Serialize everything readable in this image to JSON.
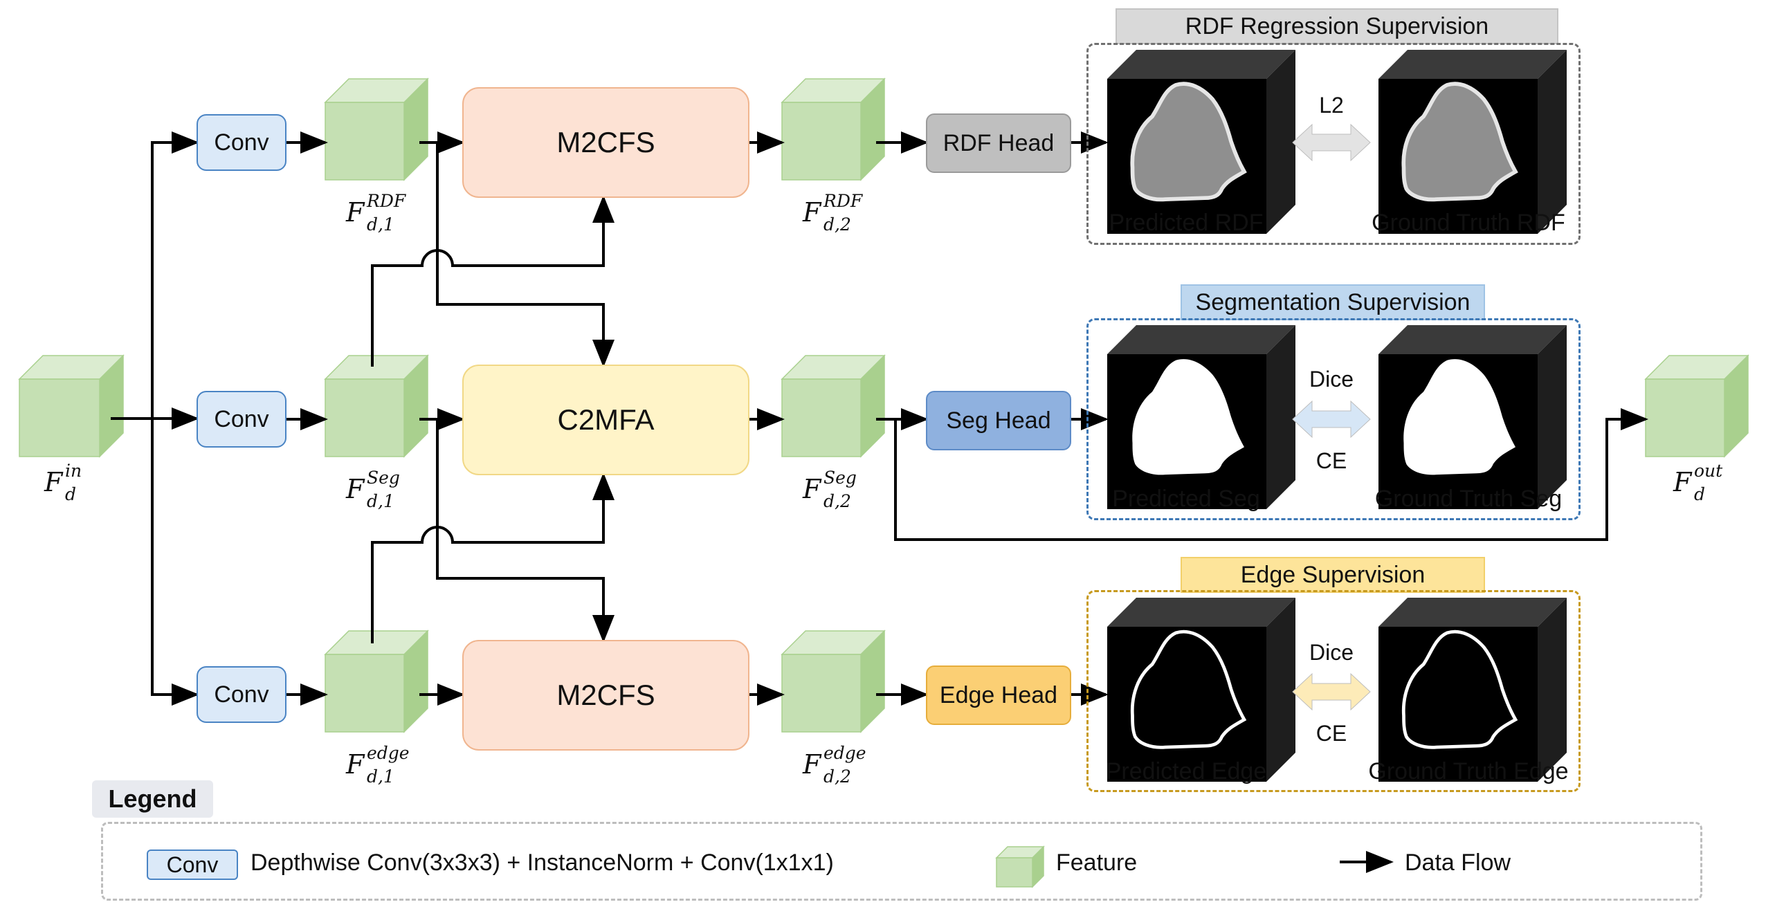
{
  "blocks": {
    "conv_label": "Conv",
    "m2cfs_label": "M2CFS",
    "c2mfa_label": "C2MFA",
    "rdf_head": "RDF Head",
    "seg_head": "Seg Head",
    "edge_head": "Edge Head"
  },
  "features": {
    "f_in": {
      "base": "F",
      "sub": "d",
      "sup": "in"
    },
    "f_rdf_1": {
      "base": "F",
      "sub": "d,1",
      "sup": "RDF"
    },
    "f_seg_1": {
      "base": "F",
      "sub": "d,1",
      "sup": "Seg"
    },
    "f_edge_1": {
      "base": "F",
      "sub": "d,1",
      "sup": "edge"
    },
    "f_rdf_2": {
      "base": "F",
      "sub": "d,2",
      "sup": "RDF"
    },
    "f_seg_2": {
      "base": "F",
      "sub": "d,2",
      "sup": "Seg"
    },
    "f_edge_2": {
      "base": "F",
      "sub": "d,2",
      "sup": "edge"
    },
    "f_out": {
      "base": "F",
      "sub": "d",
      "sup": "out"
    }
  },
  "supervision": {
    "rdf": {
      "title": "RDF Regression Supervision",
      "pred": "Predicted RDF",
      "gt": "Ground Truth RDF",
      "loss_top": "L2",
      "loss_bottom": ""
    },
    "seg": {
      "title": "Segmentation Supervision",
      "pred": "Predicted Seg",
      "gt": "Ground Truth Seg",
      "loss_top": "Dice",
      "loss_bottom": "CE"
    },
    "edge": {
      "title": "Edge Supervision",
      "pred": "Predicted Edge",
      "gt": "Ground Truth Edge",
      "loss_top": "Dice",
      "loss_bottom": "CE"
    }
  },
  "legend": {
    "title": "Legend",
    "conv_label": "Conv",
    "conv_desc": "Depthwise Conv(3x3x3) + InstanceNorm + Conv(1x1x1)",
    "feature_desc": "Feature",
    "flow_desc": "Data Flow"
  },
  "colors": {
    "feature_front": "#c5e0b3",
    "feature_top": "#dbecd0",
    "feature_side": "#a9d08e",
    "arrow": "#000000",
    "loss_rdf": "#e3e3e3",
    "loss_seg": "#d6e6f6",
    "loss_edge": "#fdebb8"
  }
}
